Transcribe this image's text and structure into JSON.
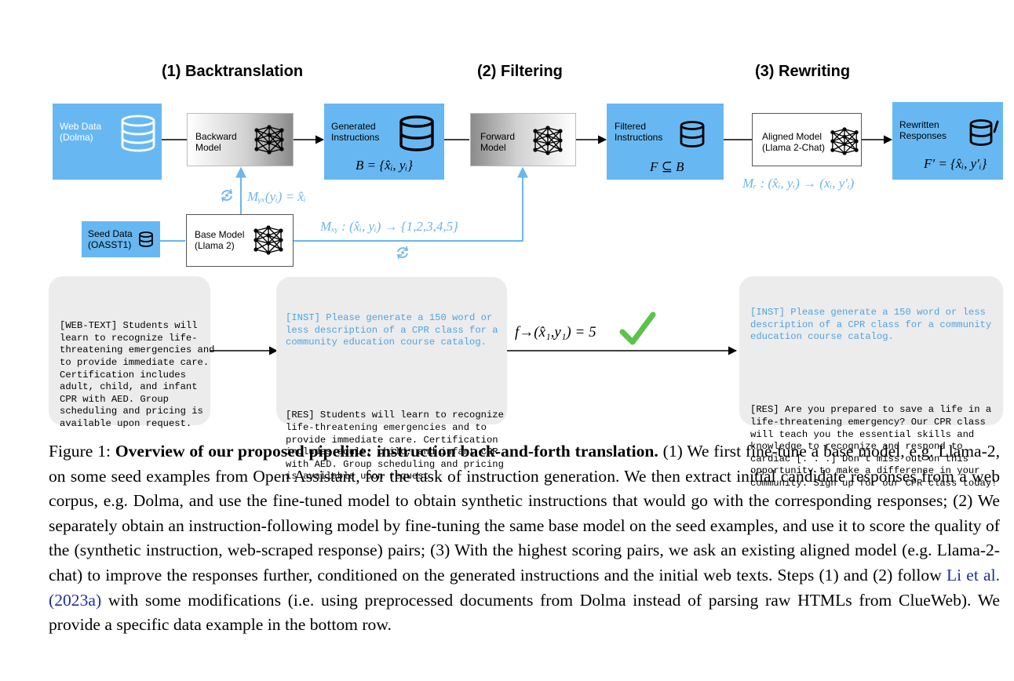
{
  "stages": {
    "backtranslation": "(1) Backtranslation",
    "filtering": "(2) Filtering",
    "rewriting": "(3) Rewriting"
  },
  "boxes": {
    "web_data": [
      "Web Data",
      "(Dolma)"
    ],
    "backward_model": [
      "Backward",
      "Model"
    ],
    "generated_instructions": [
      "Generated",
      "Instructions"
    ],
    "forward_model": [
      "Forward",
      "Model"
    ],
    "filtered_instructions": [
      "Filtered",
      "Instructions"
    ],
    "aligned_model": [
      "Aligned Model",
      "(Llama 2-Chat)"
    ],
    "rewritten_responses": [
      "Rewritten",
      "Responses"
    ],
    "seed_data": [
      "Seed Data",
      "(OASST1)"
    ],
    "base_model": [
      "Base Model",
      "(Llama 2)"
    ]
  },
  "formulas": {
    "generated_set": "B = {x̂ᵢ, yᵢ}",
    "filtered_set": "F ⊆ B",
    "rewritten_set": "F′ = {x̂ᵢ, y′ᵢ}",
    "backward_map": "Mᵧₓ(yᵢ) = x̂ᵢ",
    "forward_map": "Mₓᵧ : (x̂ᵢ, yᵢ) → {1,2,3,4,5}",
    "rewrite_map": "Mᵣ : (x̂ᵢ, yᵢ) → (xᵢ, y′ᵢ)",
    "score": "f→(x̂₁,y₁) = 5"
  },
  "example": {
    "web_text": "[WEB-TEXT] Students will\nlearn to recognize life-\nthreatening emergencies and\nto provide immediate care.\nCertification includes\nadult, child, and infant\nCPR with AED. Group\nscheduling and pricing is\navailable upon request.",
    "generated_inst": "[INST] Please generate a 150 word or\nless description of a CPR class for a\ncommunity education course catalog.",
    "generated_res": "[RES] Students will learn to recognize\nlife-threatening emergencies and to\nprovide immediate care. Certification\nincludes adult, child, and infant CPR\nwith AED. Group scheduling and pricing\nis available upon request.",
    "rewritten_inst": "[INST] Please generate a 150 word or less\ndescription of a CPR class for a community\neducation course catalog.",
    "rewritten_res": "[RES] Are you prepared to save a life in a\nlife-threatening emergency? Our CPR class\nwill teach you the essential skills and\nknowledge to recognize and respond to\ncardiac [. . .] Don’t miss out on this\nopportunity to make a difference in your\ncommunity. Sign up for our CPR class today!"
  },
  "caption": {
    "label": "Figure 1:",
    "title": "Overview of our proposed pipeline: instruction back-and-forth translation.",
    "text1": "(1) We first fine-tune a base model, e.g. Llama-2, on some seed examples from Open Assistant, for the task of instruction generation. We then extract initial candidate responses from a web corpus, e.g. Dolma, and use the fine-tuned model to obtain synthetic instructions that would go with the corresponding responses; (2) We separately obtain an instruction-following model by fine-tuning the same base model on the seed examples, and use it to score the quality of the (synthetic instruction, web-scraped response) pairs; (3) With the highest scoring pairs, we ask an existing aligned model (e.g. Llama-2-chat) to improve the responses further, conditioned on the generated instructions and the initial web texts. Steps (1) and (2) follow",
    "cite_author": "Li et al.",
    "cite_year": "2023a",
    "text2": "with some modifications (i.e. using preprocessed documents from Dolma instead of parsing raw HTMLs from ClueWeb). We provide a specific data example in the bottom row."
  },
  "colors": {
    "box_blue": "#67b8f2",
    "formula_blue": "#6bb6ec",
    "check_green": "#5cc34a",
    "bubble_gray": "#ececec"
  }
}
